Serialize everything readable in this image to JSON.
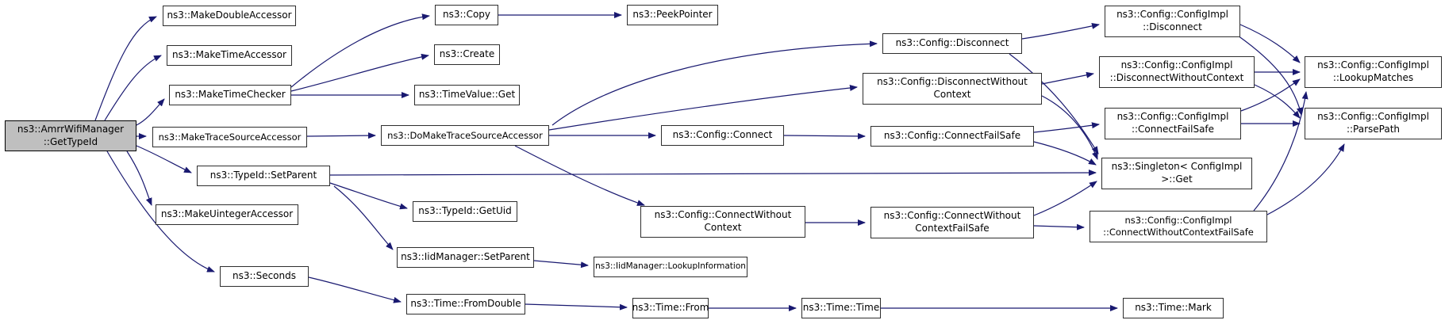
{
  "diagram": {
    "type": "doxygen-call-graph",
    "root_function": "ns3::AmrrWifiManager::GetTypeId",
    "edge_color": "#191970",
    "node_background": "#ffffff",
    "root_node_background": "#bfbfbf",
    "nodes": [
      {
        "id": "getTypeId",
        "label": "ns3::AmrrWifiManager\n::GetTypeId",
        "highlighted": true
      },
      {
        "id": "makeDoubleAccessor",
        "label": "ns3::MakeDoubleAccessor"
      },
      {
        "id": "makeTimeAccessor",
        "label": "ns3::MakeTimeAccessor"
      },
      {
        "id": "makeTimeChecker",
        "label": "ns3::MakeTimeChecker"
      },
      {
        "id": "makeTraceSourceAccessor",
        "label": "ns3::MakeTraceSourceAccessor"
      },
      {
        "id": "typeIdSetParent",
        "label": "ns3::TypeId::SetParent"
      },
      {
        "id": "makeUintegerAccessor",
        "label": "ns3::MakeUintegerAccessor"
      },
      {
        "id": "seconds",
        "label": "ns3::Seconds"
      },
      {
        "id": "copy",
        "label": "ns3::Copy"
      },
      {
        "id": "create",
        "label": "ns3::Create"
      },
      {
        "id": "timeValueGet",
        "label": "ns3::TimeValue::Get"
      },
      {
        "id": "doMakeTraceSourceAccessor",
        "label": "ns3::DoMakeTraceSourceAccessor"
      },
      {
        "id": "typeIdGetUid",
        "label": "ns3::TypeId::GetUid"
      },
      {
        "id": "iidManagerSetParent",
        "label": "ns3::IidManager::SetParent"
      },
      {
        "id": "timeFromDouble",
        "label": "ns3::Time::FromDouble"
      },
      {
        "id": "peekPointer",
        "label": "ns3::PeekPointer"
      },
      {
        "id": "configConnect",
        "label": "ns3::Config::Connect"
      },
      {
        "id": "configConnectWithoutContext",
        "label": "ns3::Config::ConnectWithout\nContext"
      },
      {
        "id": "iidManagerLookupInformation",
        "label": "ns3::IidManager::LookupInformation"
      },
      {
        "id": "timeFrom",
        "label": "ns3::Time::From"
      },
      {
        "id": "configDisconnect",
        "label": "ns3::Config::Disconnect"
      },
      {
        "id": "configDisconnectWithoutContext",
        "label": "ns3::Config::DisconnectWithout\nContext"
      },
      {
        "id": "configConnectFailSafe",
        "label": "ns3::Config::ConnectFailSafe"
      },
      {
        "id": "configConnectWithoutContextFailSafe",
        "label": "ns3::Config::ConnectWithout\nContextFailSafe"
      },
      {
        "id": "timeTime",
        "label": "ns3::Time::Time"
      },
      {
        "id": "configImplDisconnect",
        "label": "ns3::Config::ConfigImpl\n::Disconnect"
      },
      {
        "id": "configImplDisconnectWithoutContext",
        "label": "ns3::Config::ConfigImpl\n::DisconnectWithoutContext"
      },
      {
        "id": "configImplConnectFailSafe",
        "label": "ns3::Config::ConfigImpl\n::ConnectFailSafe"
      },
      {
        "id": "singletonGet",
        "label": "ns3::Singleton< ConfigImpl\n>::Get"
      },
      {
        "id": "configImplConnectWithoutContextFailSafe",
        "label": "ns3::Config::ConfigImpl\n::ConnectWithoutContextFailSafe"
      },
      {
        "id": "timeMark",
        "label": "ns3::Time::Mark"
      },
      {
        "id": "configImplLookupMatches",
        "label": "ns3::Config::ConfigImpl\n::LookupMatches"
      },
      {
        "id": "configImplParsePath",
        "label": "ns3::Config::ConfigImpl\n::ParsePath"
      }
    ],
    "edges": [
      [
        "getTypeId",
        "makeDoubleAccessor"
      ],
      [
        "getTypeId",
        "makeTimeAccessor"
      ],
      [
        "getTypeId",
        "makeTimeChecker"
      ],
      [
        "getTypeId",
        "makeTraceSourceAccessor"
      ],
      [
        "getTypeId",
        "typeIdSetParent"
      ],
      [
        "getTypeId",
        "makeUintegerAccessor"
      ],
      [
        "getTypeId",
        "seconds"
      ],
      [
        "makeTimeChecker",
        "copy"
      ],
      [
        "makeTimeChecker",
        "create"
      ],
      [
        "makeTimeChecker",
        "timeValueGet"
      ],
      [
        "copy",
        "peekPointer"
      ],
      [
        "makeTraceSourceAccessor",
        "doMakeTraceSourceAccessor"
      ],
      [
        "doMakeTraceSourceAccessor",
        "configConnect"
      ],
      [
        "doMakeTraceSourceAccessor",
        "configDisconnect"
      ],
      [
        "doMakeTraceSourceAccessor",
        "configDisconnectWithoutContext"
      ],
      [
        "doMakeTraceSourceAccessor",
        "configConnectWithoutContext"
      ],
      [
        "configConnect",
        "configConnectFailSafe"
      ],
      [
        "configDisconnect",
        "configImplDisconnect"
      ],
      [
        "configDisconnect",
        "singletonGet"
      ],
      [
        "configDisconnectWithoutContext",
        "configImplDisconnectWithoutContext"
      ],
      [
        "configDisconnectWithoutContext",
        "singletonGet"
      ],
      [
        "configConnectFailSafe",
        "configImplConnectFailSafe"
      ],
      [
        "configConnectFailSafe",
        "singletonGet"
      ],
      [
        "configConnectWithoutContext",
        "configConnectWithoutContextFailSafe"
      ],
      [
        "configConnectWithoutContextFailSafe",
        "configImplConnectWithoutContextFailSafe"
      ],
      [
        "configConnectWithoutContextFailSafe",
        "singletonGet"
      ],
      [
        "typeIdSetParent",
        "singletonGet"
      ],
      [
        "typeIdSetParent",
        "typeIdGetUid"
      ],
      [
        "typeIdSetParent",
        "iidManagerSetParent"
      ],
      [
        "iidManagerSetParent",
        "iidManagerLookupInformation"
      ],
      [
        "seconds",
        "timeFromDouble"
      ],
      [
        "timeFromDouble",
        "timeFrom"
      ],
      [
        "timeFrom",
        "timeTime"
      ],
      [
        "timeTime",
        "timeMark"
      ],
      [
        "configImplDisconnect",
        "configImplLookupMatches"
      ],
      [
        "configImplDisconnect",
        "configImplParsePath"
      ],
      [
        "configImplDisconnectWithoutContext",
        "configImplLookupMatches"
      ],
      [
        "configImplDisconnectWithoutContext",
        "configImplParsePath"
      ],
      [
        "configImplConnectFailSafe",
        "configImplLookupMatches"
      ],
      [
        "configImplConnectFailSafe",
        "configImplParsePath"
      ],
      [
        "configImplConnectWithoutContextFailSafe",
        "configImplLookupMatches"
      ],
      [
        "configImplConnectWithoutContextFailSafe",
        "configImplParsePath"
      ]
    ]
  }
}
